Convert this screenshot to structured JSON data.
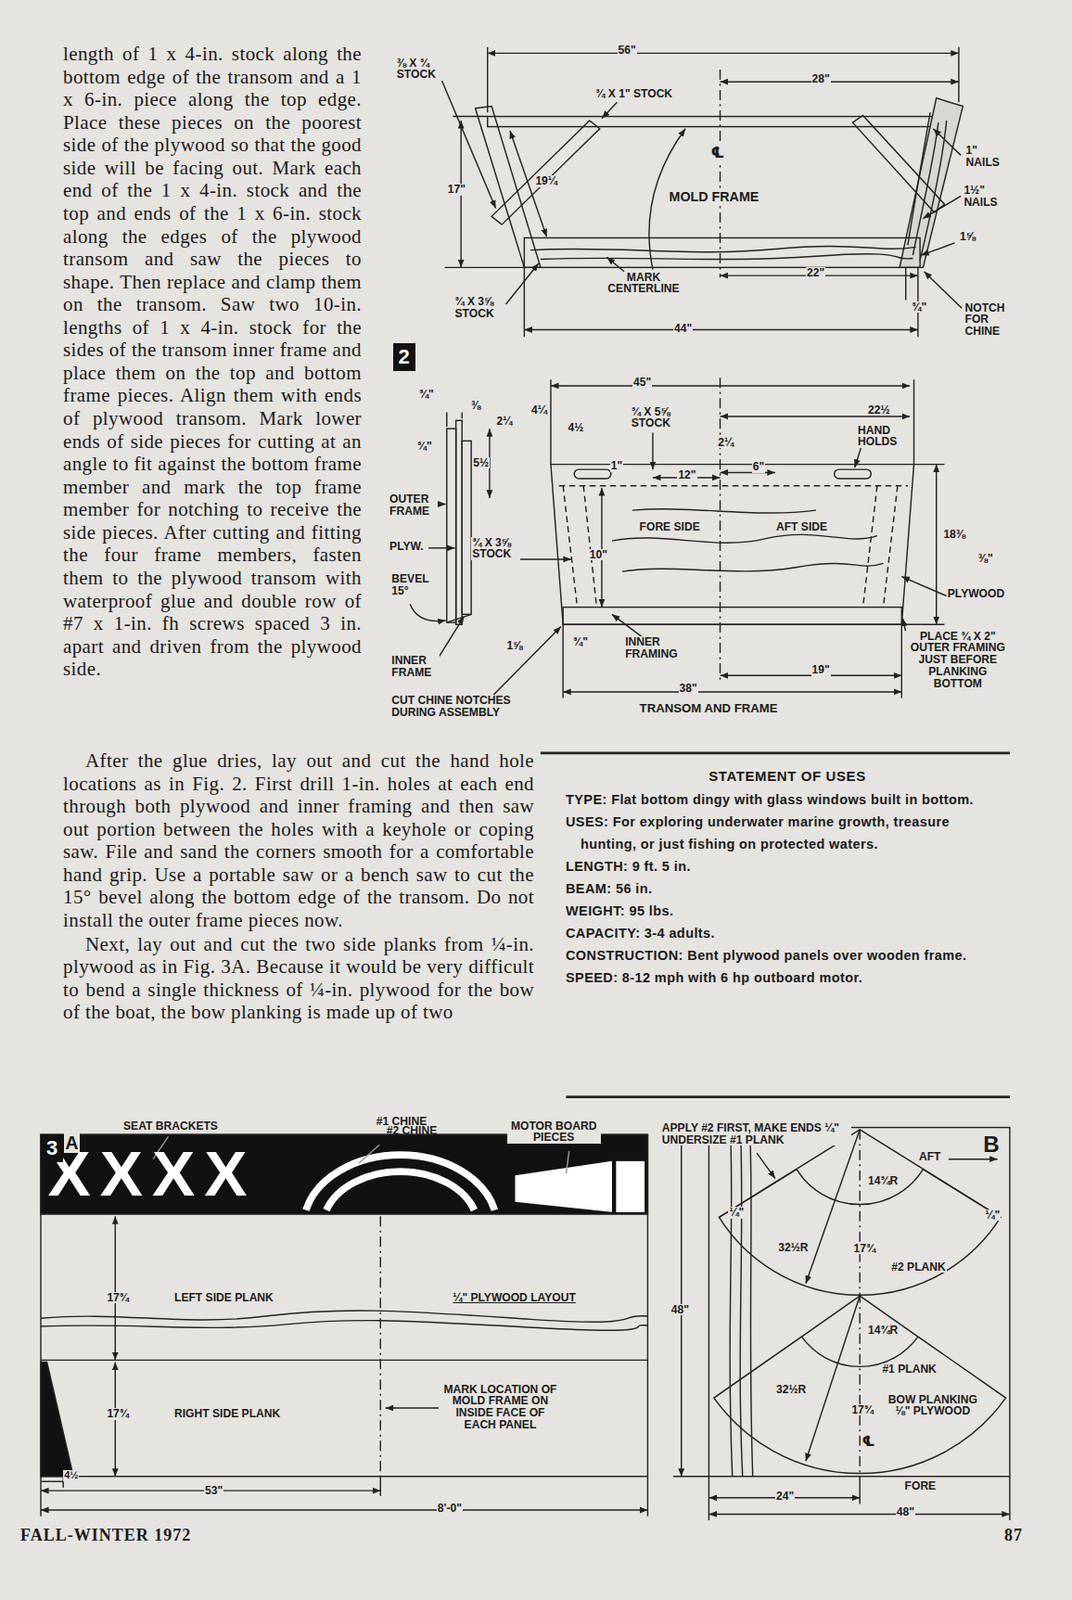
{
  "diagram": {
    "nodes": [
      {
        "text": [
          "2"
        ]
      },
      {
        "text": [
          "3"
        ]
      }
    ],
    "labels": [
      "length of 1 x 4-in. stock along the bottom edge of the transom and a 1 x 6-in. piece along the top edge. Place these pieces on the poorest side of the plywood so that the good side will be facing out. Mark each end of the 1 x 4-in. stock and the top and ends of the 1 x 6-in. stock along the edges of the plywood transom and saw the pieces to shape. Then replace and clamp them on the transom. Saw two 10-in. lengths of 1 x 4-in. stock for the sides of the transom inner frame and place them on the top and bottom frame pieces. Align them with ends of plywood transom. Mark lower ends of side pieces for cutting at an angle to fit against the bottom frame member and mark the top frame member for notching to receive the side pieces. After cutting and fitting the four frame members, fasten them to the plywood transom with waterproof glue and double row of #7 x 1-in. fh screws spaced 3 in. apart and driven from the plywood side.",
      "After the glue dries, lay out and cut the hand hole locations as in Fig. 2. First drill 1-in. holes at each end through both plywood and inner framing and then saw out portion between the holes with a keyhole or coping saw. File and sand the corners smooth for a comfortable hand grip. Use a portable saw or a bench saw to cut the 15° bevel along the bottom edge of the transom. Do not install the outer frame pieces now.",
      "Next, lay out and cut the two side planks from ¼-in. plywood as in Fig. 3A. Because it would be very difficult to bend a single thickness of ¼-in. plywood for the bow of the boat, the bow planking is made up of two",
      "STATEMENT OF USES",
      "TYPE: Flat bottom dingy with glass windows built in bottom.",
      "USES: For exploring underwater marine growth, treasure hunting, or just fishing on protected waters.",
      "LENGTH: 9 ft. 5 in.",
      "BEAM: 56 in.",
      "WEIGHT: 95 lbs.",
      "CAPACITY: 3-4 adults.",
      "CONSTRUCTION: Bent plywood panels over wooden frame.",
      "SPEED: 8-12 mph with 6 hp outboard motor.",
      "FALL-WINTER 1972",
      "87",
      "56\"",
      "⅜ X ¾ STOCK",
      "¾ X 1\" STOCK",
      "28\"",
      "℄",
      "1\" NAILS",
      "17\"",
      "19¼",
      "MOLD FRAME",
      "1½\" NAILS",
      "1⅝",
      "MARK CENTERLINE",
      "22\"",
      "¾\"",
      "NOTCH FOR CHINE",
      "¾ X 3⅝ STOCK",
      "44\"",
      "45\"",
      "¾\"",
      "⅜",
      "2¼",
      "4¼",
      "4½",
      "¾ X 5⅝ STOCK",
      "22½",
      "¾\"",
      "2¼",
      "HAND HOLDS",
      "5½",
      "1\"",
      "12\"",
      "6\"",
      "OUTER FRAME",
      "FORE SIDE",
      "AFT SIDE",
      "PLYW.",
      "¾ X 3⅝ STOCK",
      "10\"",
      "18⅜",
      "⅜\"",
      "PLYWOOD",
      "BEVEL 15°",
      "1⅝",
      "¾\"",
      "INNER FRAMING",
      "PLACE ¾ X 2\" OUTER FRAMING JUST BEFORE PLANKING BOTTOM",
      "INNER FRAME",
      "19\"",
      "38\"",
      "CUT CHINE NOTCHES DURING ASSEMBLY",
      "TRANSOM AND FRAME",
      "A",
      "SEAT BRACKETS",
      "#1 CHINE",
      "#2 CHINE",
      "MOTOR BOARD PIECES",
      "XXXX",
      "17¾",
      "LEFT SIDE PLANK",
      "¼\" PLYWOOD LAYOUT",
      "17¾",
      "RIGHT SIDE PLANK",
      "MARK LOCATION OF MOLD FRAME ON INSIDE FACE OF EACH PANEL",
      "4½",
      "53\"",
      "8'-0\"",
      "APPLY #2 FIRST, MAKE ENDS ¼\" UNDERSIZE #1 PLANK",
      "B",
      "AFT",
      "14¾R",
      "¼\"",
      "¼\"",
      "32½R",
      "17¾",
      "#2 PLANK",
      "48\"",
      "14¾R",
      "#1 PLANK",
      "32½R",
      "17¾",
      "BOW PLANKING ⅛\" PLYWOOD",
      "℄",
      "FORE",
      "24\"",
      "48\""
    ]
  }
}
